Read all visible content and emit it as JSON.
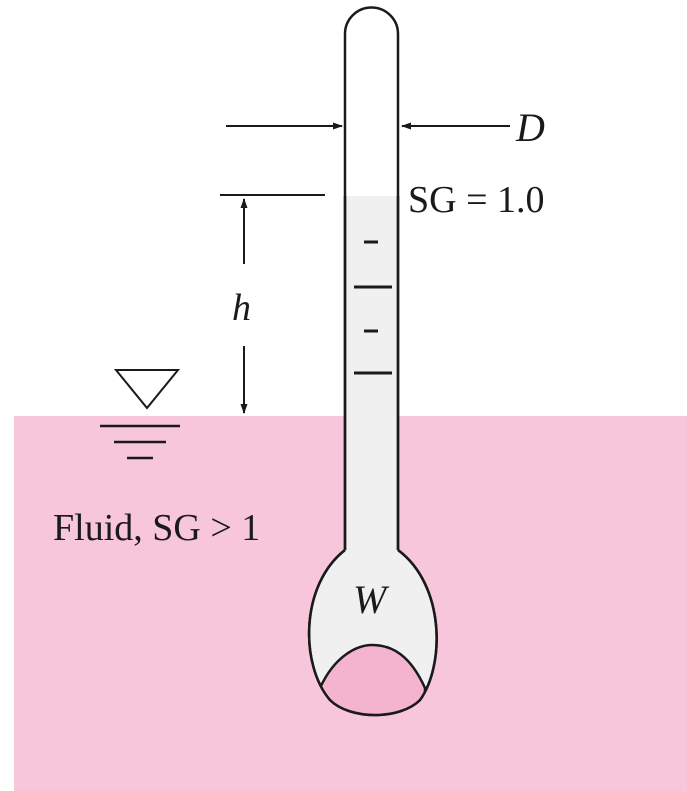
{
  "labels": {
    "diameter": "D",
    "reference_sg": "SG = 1.0",
    "height": "h",
    "weight": "W",
    "fluid": "Fluid, SG > 1"
  },
  "colors": {
    "fluid": "#f8c6da",
    "ballast": "#f4b3cf",
    "stem": "#f0f0f0",
    "stroke": "#1a1a1a",
    "background": "#ffffff"
  },
  "icons": {
    "free_surface": "free-surface-triangle-icon"
  }
}
